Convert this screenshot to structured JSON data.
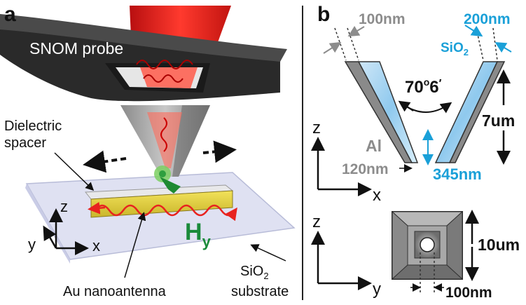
{
  "panel_a": {
    "panel_letter": "a",
    "probe_label": "SNOM probe",
    "spacer_label_line1": "Dielectric",
    "spacer_label_line2": "spacer",
    "antenna_label": "Au nanoantenna",
    "substrate_line1_main": "SiO",
    "substrate_line1_sub": "2",
    "substrate_line2": "substrate",
    "field_main": "H",
    "field_sub": "y",
    "axis_z": "z",
    "axis_y": "y",
    "axis_x": "x"
  },
  "panel_b": {
    "panel_letter": "b",
    "dim_100nm_top": "100nm",
    "dim_200nm": "200nm",
    "sio2_main": "SiO",
    "sio2_sub": "2",
    "angle_main": "70",
    "angle_deg": "o",
    "angle_min": "6",
    "angle_prime": "′",
    "al_label": "Al",
    "dim_7um": "7um",
    "dim_120nm": "120nm",
    "dim_345nm": "345nm",
    "axis_z_top": "z",
    "axis_x_top": "x",
    "axis_z_bottom": "z",
    "axis_y_bottom": "y",
    "dim_10um": "10um",
    "dim_100nm_bottom": "100nm"
  },
  "colors": {
    "probe_dark": "#2b2b2b",
    "laser_red": "#e8231f",
    "cyan_accent": "#1aa0d8",
    "gray_text": "#8c8c8c",
    "field_green": "#1a8a3a",
    "antenna_gold": "#e3d23a",
    "substrate": "#d9dcf0"
  }
}
